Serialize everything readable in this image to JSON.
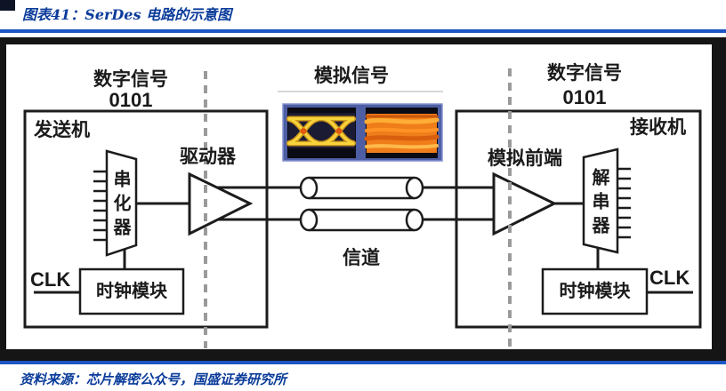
{
  "header": {
    "title": "图表41：SerDes 电路的示意图"
  },
  "diagram": {
    "transmitter": {
      "signal_label": "数字信号",
      "signal_bits": "0101",
      "label": "发送机",
      "serializer": "串化器",
      "driver": "驱动器",
      "clock": "时钟模块",
      "clk": "CLK"
    },
    "channel": {
      "analog_label": "模拟信号",
      "label": "信道"
    },
    "receiver": {
      "signal_label": "数字信号",
      "signal_bits": "0101",
      "label": "接收机",
      "afe": "模拟前端",
      "deserializer": "解串器",
      "clock": "时钟模块",
      "clk": "CLK"
    }
  },
  "footer": {
    "source": "资料来源：芯片解密公众号，国盛证券研究所"
  },
  "colors": {
    "header_navy": "#0b3c9b",
    "rule_blue": "#1d55c4",
    "line_black": "#1c1c1c",
    "dashed_gray": "#9a9a9a",
    "eye_panel_blue": "#4d5ea4",
    "eye_trace_yellow": "#f8d43c",
    "eye_closed_orange": "#ef7d1a"
  }
}
